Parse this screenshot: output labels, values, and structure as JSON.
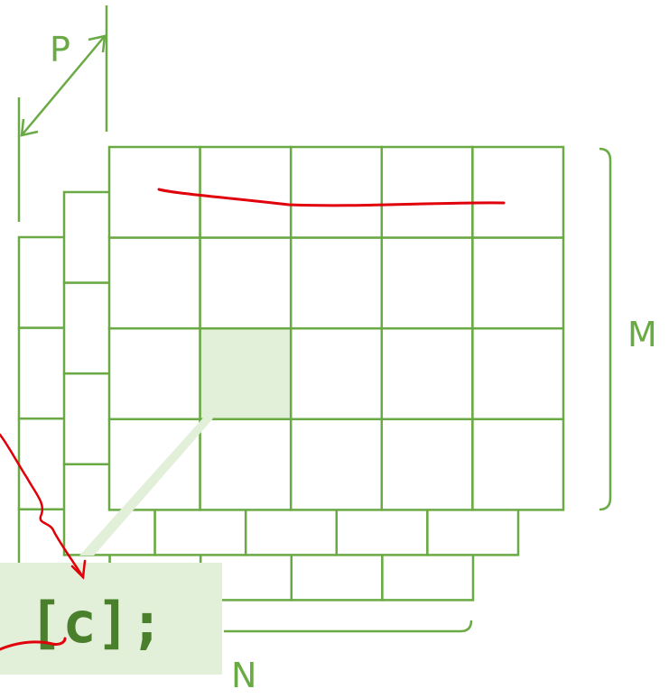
{
  "labels": {
    "p": "P",
    "m": "M",
    "n": "N"
  },
  "code_snippet": "[c];",
  "colors": {
    "grid_line": "#6aaa45",
    "highlight_cell": "#e2efd9",
    "code_background": "#e2efd9",
    "code_text": "#4a7f2c",
    "annotation": "#e0000a"
  },
  "grid": {
    "rows": 4,
    "cols": 5,
    "highlighted_cell": {
      "row": 2,
      "col": 1
    }
  }
}
